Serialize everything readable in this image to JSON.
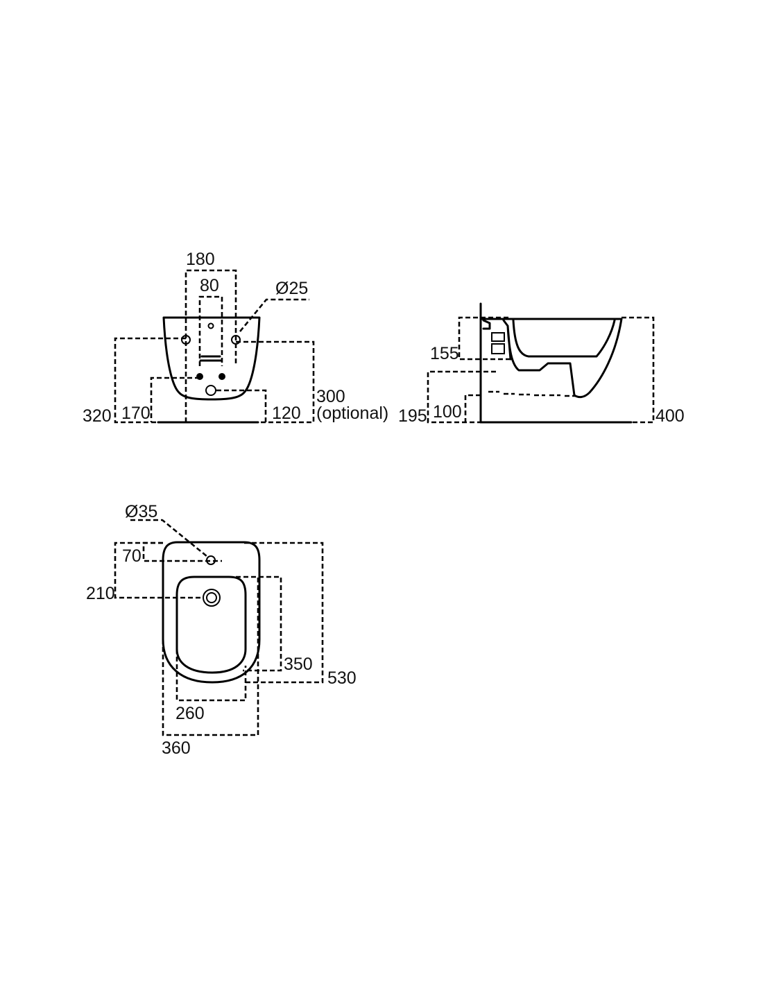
{
  "front_view": {
    "dim_180": "180",
    "dim_80": "80",
    "dim_d25": "Ø25",
    "dim_320": "320",
    "dim_170": "170",
    "dim_120": "120",
    "dim_300": "300",
    "dim_optional": "(optional)"
  },
  "side_view": {
    "dim_155": "155",
    "dim_195": "195",
    "dim_100": "100",
    "dim_400": "400"
  },
  "top_view": {
    "dim_d35": "Ø35",
    "dim_70": "70",
    "dim_210": "210",
    "dim_350": "350",
    "dim_530": "530",
    "dim_260": "260",
    "dim_360": "360"
  }
}
